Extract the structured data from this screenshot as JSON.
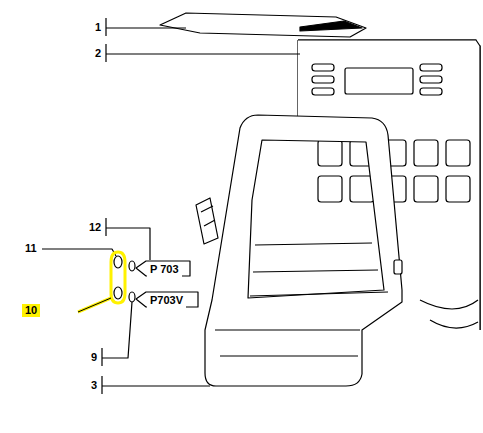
{
  "diagram": {
    "labels": [
      "1",
      "2",
      "12",
      "11",
      "10",
      "9",
      "3",
      "P 703",
      "P703V"
    ]
  }
}
